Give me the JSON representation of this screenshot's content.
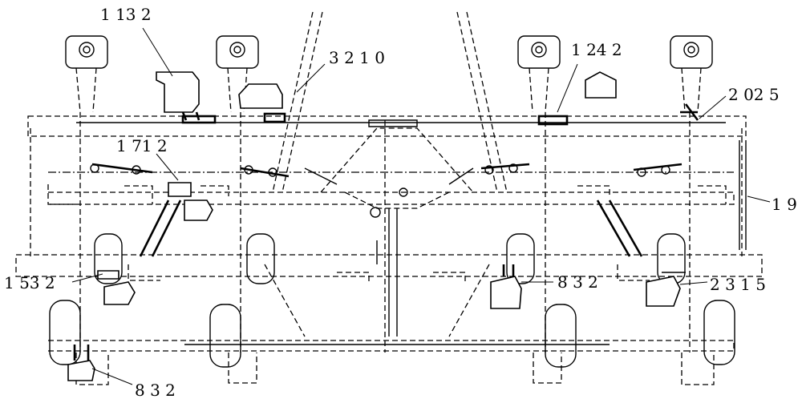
{
  "drawing": {
    "callouts": [
      {
        "id": "c1132",
        "text": "1 13 2"
      },
      {
        "id": "c3210",
        "text": "3 2 1 0"
      },
      {
        "id": "c1242",
        "text": "1 24 2"
      },
      {
        "id": "c2025",
        "text": "2 02 5"
      },
      {
        "id": "c1712",
        "text": "1 71 2"
      },
      {
        "id": "c19",
        "text": "1 9"
      },
      {
        "id": "c1532",
        "text": "1 53 2"
      },
      {
        "id": "c832a",
        "text": "8 3 2"
      },
      {
        "id": "c2315",
        "text": "2 3 1 5"
      },
      {
        "id": "c832b",
        "text": "8 3 2"
      }
    ]
  }
}
